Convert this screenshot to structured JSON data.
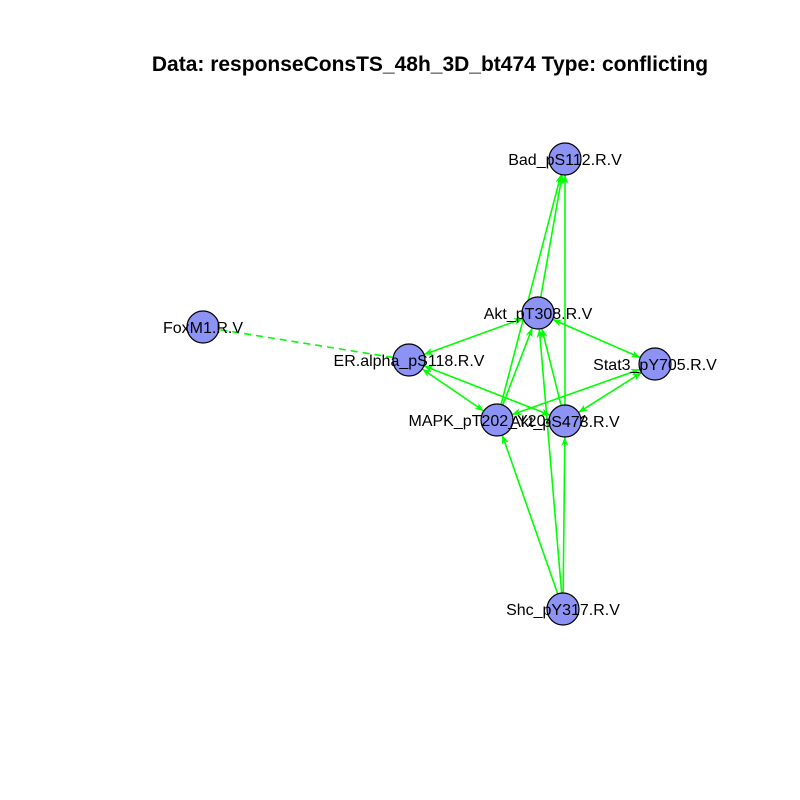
{
  "title": "Data: responseConsTS_48h_3D_bt474 Type: conflicting",
  "colors": {
    "node_fill": "#8c93f5",
    "node_stroke": "#000000",
    "edge": "#00ff00",
    "background": "#ffffff"
  },
  "nodes": [
    {
      "id": "bad",
      "label": "Bad_pS112.R.V"
    },
    {
      "id": "akt308",
      "label": "Akt_pT308.R.V"
    },
    {
      "id": "foxm1",
      "label": "FoxM1.R.V"
    },
    {
      "id": "eralpha",
      "label": "ER.alpha_pS118.R.V"
    },
    {
      "id": "stat3",
      "label": "Stat3_pY705.R.V"
    },
    {
      "id": "mapk",
      "label": "MAPK_pT202_Y204.R.V"
    },
    {
      "id": "akt473",
      "label": "Akt_pS473.R.V"
    },
    {
      "id": "shc",
      "label": "Shc_pY317.R.V"
    }
  ],
  "edges": [
    {
      "from": "eralpha",
      "to": "foxm1",
      "style": "dashed",
      "arrow": "none"
    },
    {
      "from": "akt308",
      "to": "bad",
      "style": "solid",
      "arrow": "end"
    },
    {
      "from": "mapk",
      "to": "bad",
      "style": "solid",
      "arrow": "end"
    },
    {
      "from": "akt473",
      "to": "bad",
      "style": "solid",
      "arrow": "end"
    },
    {
      "from": "akt308",
      "to": "eralpha",
      "style": "solid",
      "arrow": "both"
    },
    {
      "from": "akt308",
      "to": "stat3",
      "style": "solid",
      "arrow": "both"
    },
    {
      "from": "mapk",
      "to": "akt308",
      "style": "solid",
      "arrow": "end"
    },
    {
      "from": "akt473",
      "to": "akt308",
      "style": "solid",
      "arrow": "end"
    },
    {
      "from": "shc",
      "to": "akt308",
      "style": "solid",
      "arrow": "end"
    },
    {
      "from": "eralpha",
      "to": "mapk",
      "style": "solid",
      "arrow": "both"
    },
    {
      "from": "eralpha",
      "to": "akt473",
      "style": "solid",
      "arrow": "both"
    },
    {
      "from": "stat3",
      "to": "mapk",
      "style": "solid",
      "arrow": "both"
    },
    {
      "from": "stat3",
      "to": "akt473",
      "style": "solid",
      "arrow": "both"
    },
    {
      "from": "shc",
      "to": "mapk",
      "style": "solid",
      "arrow": "end"
    },
    {
      "from": "shc",
      "to": "akt473",
      "style": "solid",
      "arrow": "end"
    }
  ]
}
